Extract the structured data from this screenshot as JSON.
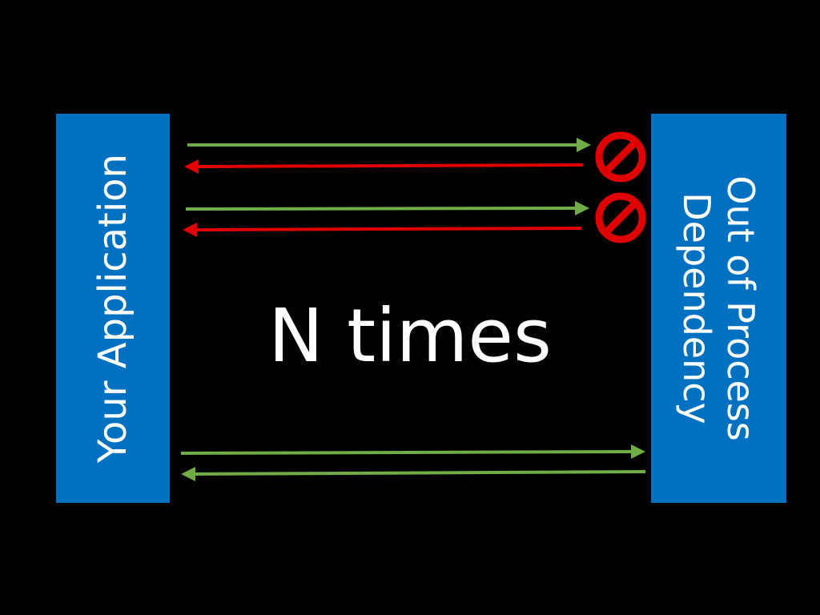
{
  "left_box": {
    "label": "Your Application"
  },
  "right_box": {
    "label_lines": [
      "Out of Process",
      "Dependency"
    ]
  },
  "center": {
    "label": "N times"
  },
  "colors": {
    "box": "#0070C0",
    "request_arrow": "#70AD47",
    "failed_response_arrow": "#E00000",
    "blocked_symbol": "#E00000",
    "text": "#FFFFFF",
    "background": "#000000"
  },
  "flows": [
    {
      "direction": "right",
      "status": "success",
      "blocked": true
    },
    {
      "direction": "left",
      "status": "failed"
    },
    {
      "direction": "right",
      "status": "success",
      "blocked": true
    },
    {
      "direction": "left",
      "status": "failed"
    },
    {
      "direction": "right",
      "status": "success"
    },
    {
      "direction": "left",
      "status": "success"
    }
  ]
}
